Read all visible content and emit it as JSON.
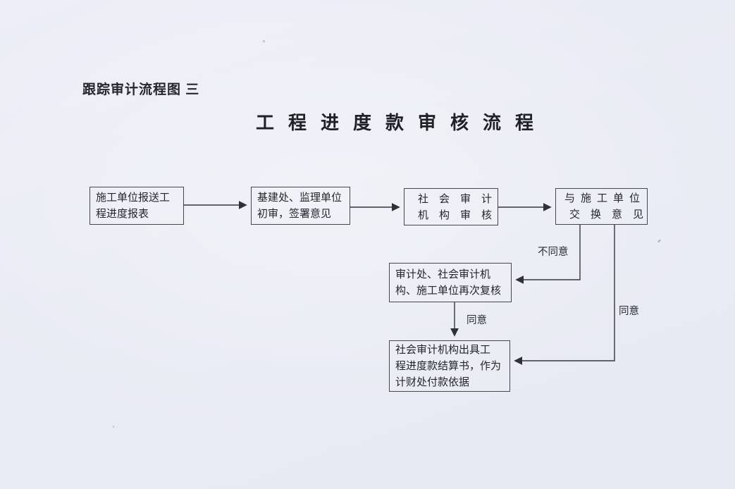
{
  "document": {
    "heading": "跟踪审计流程图 三",
    "title": "工程进度款审核流程"
  },
  "flowchart": {
    "nodes": [
      {
        "id": "node-1",
        "semantic": "construction-unit-submits-progress-report",
        "lines": [
          "施工单位报送工",
          "程进度报表"
        ]
      },
      {
        "id": "node-2",
        "semantic": "infrastructure-and-supervision-preliminary-review",
        "lines": [
          "基建处、监理单位",
          "初审，签署意见"
        ]
      },
      {
        "id": "node-3",
        "semantic": "social-audit-institution-review",
        "lines": [
          "社会审计",
          "机构审核"
        ]
      },
      {
        "id": "node-4",
        "semantic": "exchange-opinions-with-construction-unit",
        "lines": [
          "与施工单位",
          "交换意见"
        ]
      },
      {
        "id": "node-5",
        "semantic": "joint-re-review",
        "lines": [
          "审计处、社会审计机",
          "构、施工单位再次复核"
        ]
      },
      {
        "id": "node-6",
        "semantic": "issue-progress-payment-settlement",
        "lines": [
          "社会审计机构出具工",
          "程进度款结算书，作为",
          "计财处付款依据"
        ]
      }
    ],
    "edge_labels": {
      "disagree": "不同意",
      "agree_mid": "同意",
      "agree_right": "同意"
    },
    "colors": {
      "paper": "#e9ebf4",
      "ink": "#24272c",
      "box_border": "#43474e",
      "arrow_line": "#33363c"
    }
  }
}
